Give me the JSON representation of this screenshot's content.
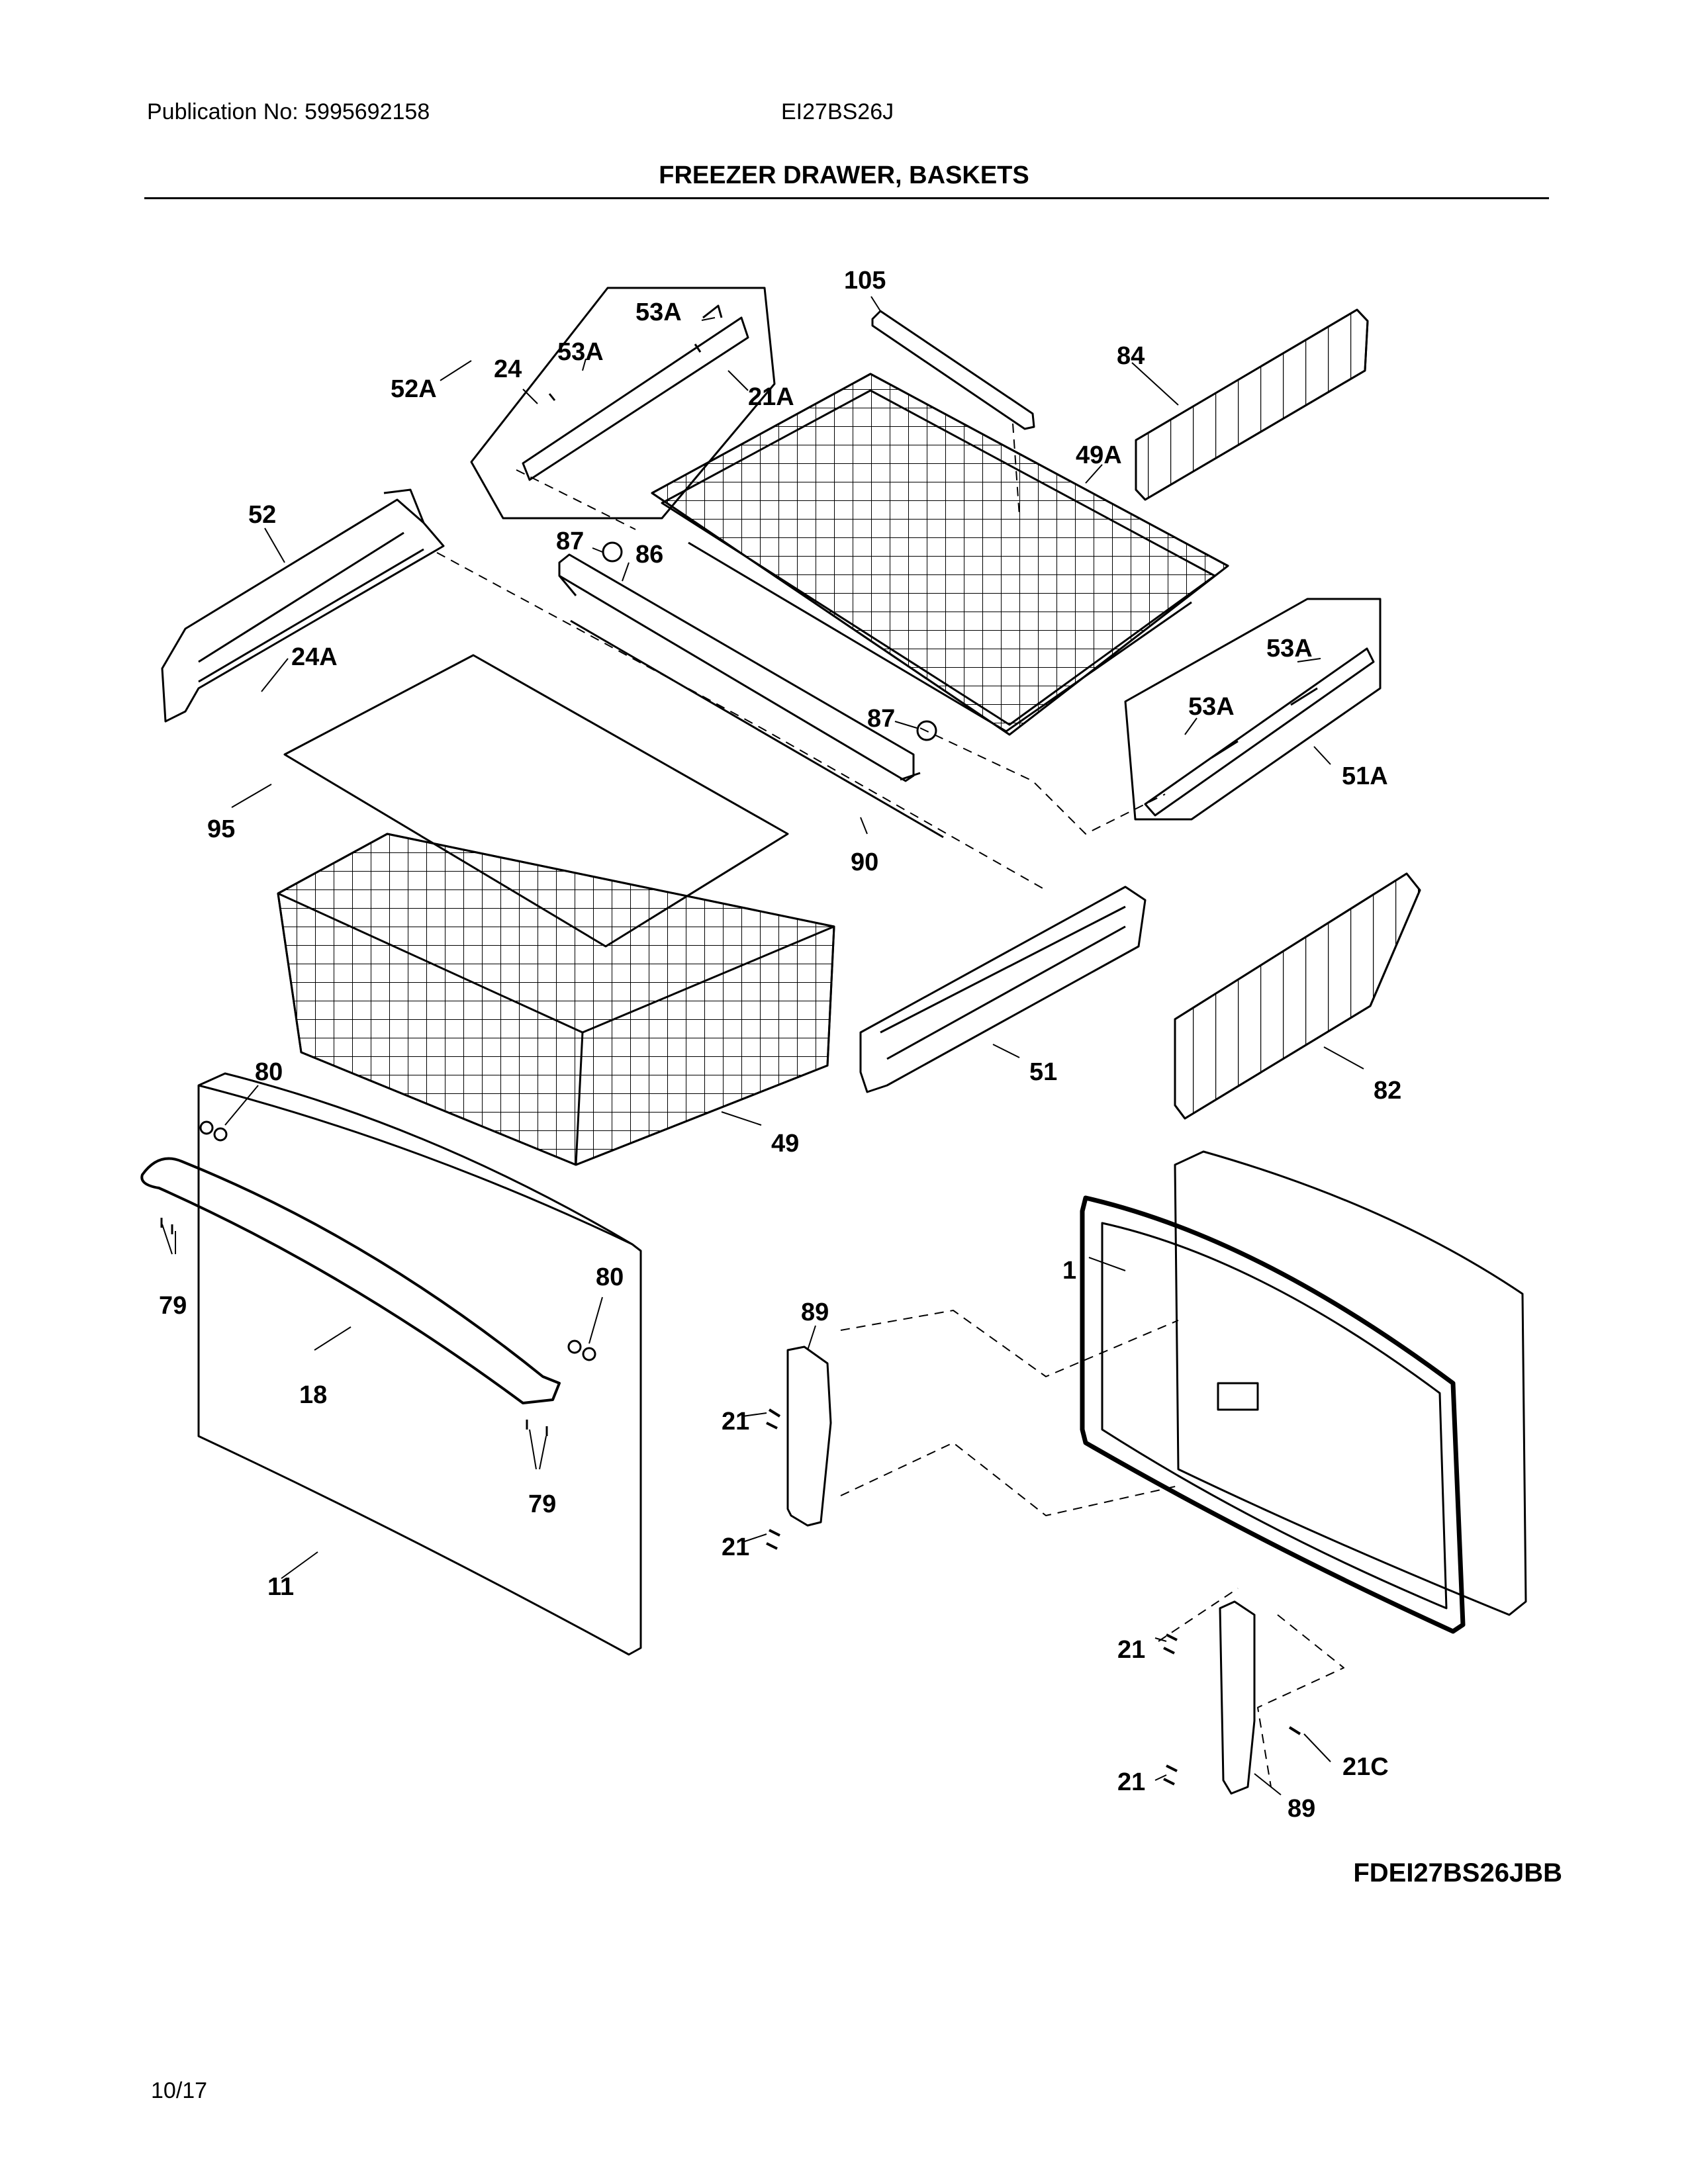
{
  "header": {
    "publication": "Publication No: 5995692158",
    "model": "EI27BS26J",
    "title": "FREEZER DRAWER, BASKETS"
  },
  "callouts": {
    "c105": "105",
    "c84": "84",
    "c53a_1": "53A",
    "c53a_2": "53A",
    "c24": "24",
    "c52a": "52A",
    "c21a": "21A",
    "c49a": "49A",
    "c52": "52",
    "c87_1": "87",
    "c86": "86",
    "c24a": "24A",
    "c53a_3": "53A",
    "c53a_4": "53A",
    "c87_2": "87",
    "c51a": "51A",
    "c95": "95",
    "c90": "90",
    "c51": "51",
    "c82": "82",
    "c80_1": "80",
    "c49": "49",
    "c79_1": "79",
    "c80_2": "80",
    "c1": "1",
    "c89_1": "89",
    "c18": "18",
    "c21_1": "21",
    "c79_2": "79",
    "c21_2": "21",
    "c11": "11",
    "c21_3": "21",
    "c21c": "21C",
    "c21_4": "21",
    "c89_2": "89"
  },
  "footer": {
    "diagram_code": "FDEI27BS26JBB",
    "page": "10/17"
  }
}
